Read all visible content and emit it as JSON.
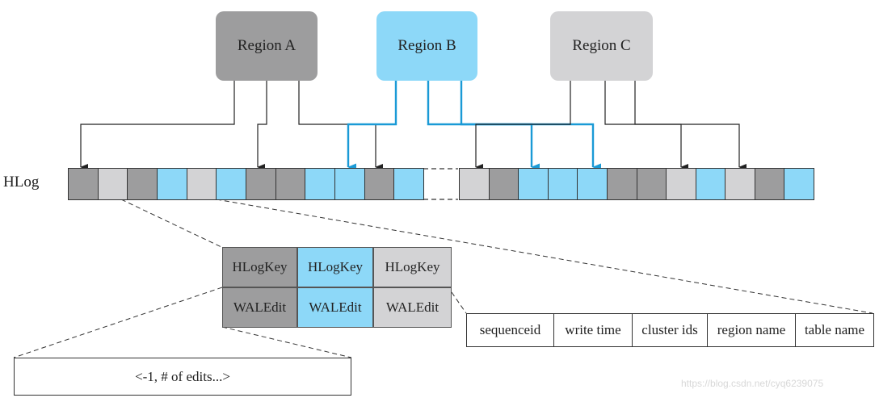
{
  "regions": {
    "a": {
      "label": "Region A"
    },
    "b": {
      "label": "Region B"
    },
    "c": {
      "label": "Region C"
    }
  },
  "hlog": {
    "label": "HLog"
  },
  "entry": {
    "keys": [
      "HLogKey",
      "HLogKey",
      "HLogKey"
    ],
    "edits": [
      "WALEdit",
      "WALEdit",
      "WALEdit"
    ]
  },
  "key_fields": [
    "sequenceid",
    "write time",
    "cluster ids",
    "region name",
    "table name"
  ],
  "edits_detail": "<-1, # of edits...>",
  "watermark": "https://blog.csdn.net/cyq6239075",
  "colors": {
    "region_a": "#9d9d9e",
    "region_b": "#8dd8f8",
    "region_c": "#d3d3d5",
    "arrow_b": "#1a9ad6",
    "arrow_default": "#222222"
  }
}
